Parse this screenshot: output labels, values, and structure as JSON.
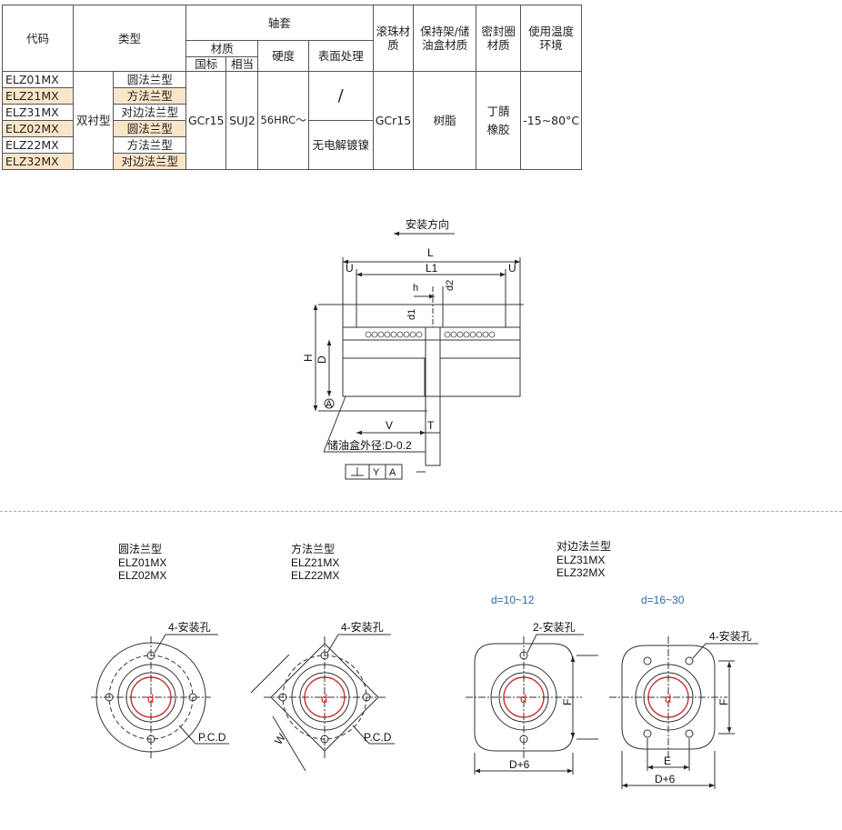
{
  "table": {
    "headers": {
      "code": "代码",
      "type": "类型",
      "sleeve": "轴套",
      "material": "材质",
      "standard": "国标",
      "equivalent": "相当",
      "hardness": "硬度",
      "surface": "表面处理",
      "ball_material": "滚珠材质",
      "retainer_material": "保持架/储油盒材质",
      "seal_material": "密封圈材质",
      "temperature": "使用温度环境"
    },
    "rows": [
      {
        "code": "ELZ01MX",
        "subtype": "圆法兰型"
      },
      {
        "code": "ELZ21MX",
        "subtype": "方法兰型"
      },
      {
        "code": "ELZ31MX",
        "subtype": "对边法兰型"
      },
      {
        "code": "ELZ02MX",
        "subtype": "圆法兰型"
      },
      {
        "code": "ELZ22MX",
        "subtype": "方法兰型"
      },
      {
        "code": "ELZ32MX",
        "subtype": "对边法兰型"
      }
    ],
    "type_main": "双衬型",
    "standard_val": "GCr15",
    "equivalent_val": "SUJ2",
    "hardness_val": "56HRC～",
    "surface_top": "/",
    "surface_bottom": "无电解镀镍",
    "ball_val": "GCr15",
    "retainer_val": "树脂",
    "seal_val": "丁腈橡胶",
    "temp_val": "-15~80°C"
  },
  "diagram": {
    "install_direction": "安装方向",
    "L": "L",
    "L1": "L1",
    "U": "U",
    "h": "h",
    "d1": "d1",
    "d2": "d2",
    "H": "H",
    "D": "D",
    "A": "A",
    "V": "V",
    "T": "T",
    "oil_box": "储油盒外径:D-0.2",
    "tol_y": "Y",
    "tol_a": "A"
  },
  "flanges": [
    {
      "title": "圆法兰型",
      "models": [
        "ELZ01MX",
        "ELZ02MX"
      ],
      "holes": "4-安装孔",
      "pcd": "P.C.D"
    },
    {
      "title": "方法兰型",
      "models": [
        "ELZ21MX",
        "ELZ22MX"
      ],
      "holes": "4-安装孔",
      "pcd": "P.C.D",
      "w": "W"
    },
    {
      "title": "对边法兰型",
      "models": [
        "ELZ31MX",
        "ELZ32MX"
      ],
      "range1": "d=10~12",
      "range2": "d=16~30",
      "holes1": "2-安装孔",
      "holes2": "4-安装孔",
      "F": "F",
      "E": "E",
      "Dp6": "D+6",
      "d": "d"
    }
  ]
}
